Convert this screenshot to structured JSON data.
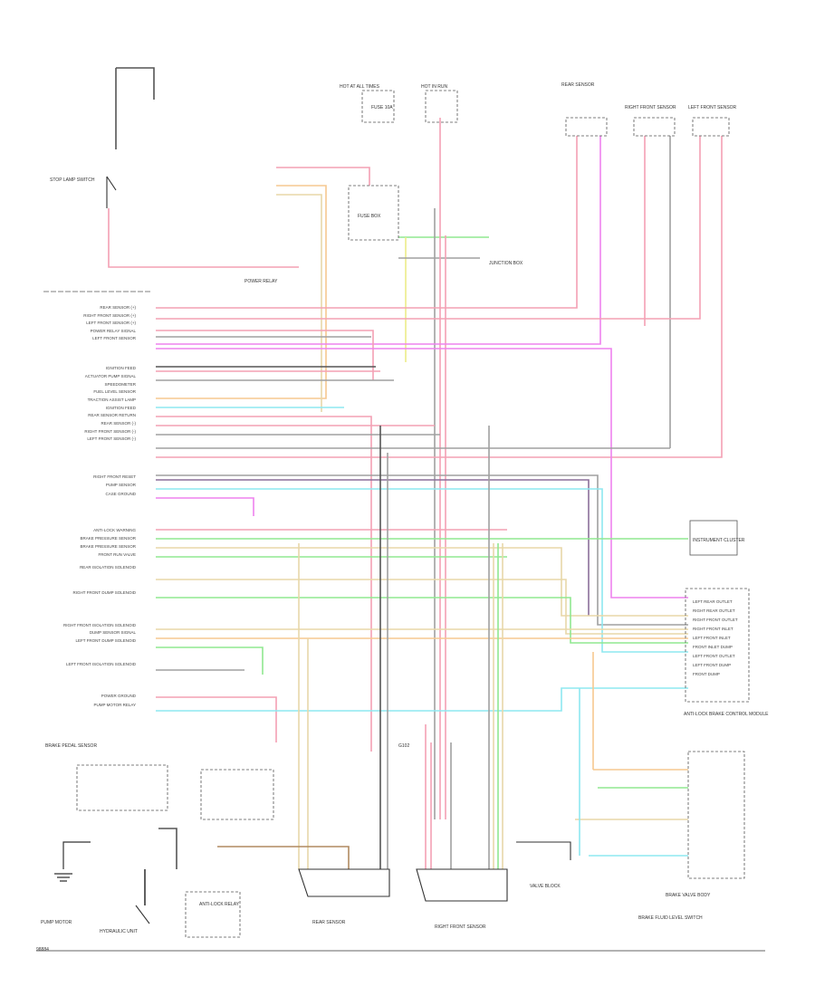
{
  "page_code": "98884",
  "wire_colors": {
    "red": "#f4a0b4",
    "pink": "#f7a9c0",
    "magenta": "#ee82ee",
    "green": "#90e890",
    "cyan": "#8ee8f0",
    "tan": "#e8d7a8",
    "orange": "#f6c890",
    "gray": "#a0a0a0",
    "dark": "#555555",
    "yellow": "#ecec88"
  },
  "left_labels": [
    "REAR SENSOR (+)",
    "RIGHT FRONT SENSOR (+)",
    "LEFT FRONT SENSOR (+)",
    "POWER RELAY SIGNAL",
    "LEFT FRONT SENSOR",
    "IGNITION FEED",
    "ACTUATOR PUMP SIGNAL",
    "SPEEDOMETER",
    "FUEL LEVEL SENSOR",
    "TRACTION ASSIST LAMP",
    "IGNITION FEED",
    "REAR SENSOR RETURN",
    "REAR SENSOR (-)",
    "RIGHT FRONT SENSOR (-)",
    "LEFT FRONT SENSOR (-)",
    "RIGHT FRONT RESET",
    "PUMP SENSOR",
    "CASE GROUND",
    "ANTI-LOCK WARNING",
    "BRAKE PRESSURE SENSOR",
    "BRAKE PRESSURE SENSOR",
    "FRONT RUN VALVE",
    "REAR ISOLATION SOLENOID",
    "RIGHT FRONT DUMP SOLENOID",
    "RIGHT FRONT ISOLATION SOLENOID",
    "DUMP SENSOR SIGNAL",
    "LEFT FRONT DUMP SOLENOID",
    "LEFT FRONT ISOLATION SOLENOID",
    "POWER GROUND",
    "PUMP MOTOR RELAY"
  ],
  "right_labels": [
    "LEFT REAR OUTLET",
    "RIGHT REAR OUTLET",
    "RIGHT FRONT OUTLET",
    "RIGHT FRONT INLET",
    "LEFT FRONT INLET",
    "FRONT INLET DUMP",
    "LEFT FRONT OUTLET",
    "LEFT FRONT DUMP",
    "FRONT DUMP"
  ],
  "components": {
    "hot_at_all_times": "HOT AT ALL TIMES",
    "hot_in_run": "HOT IN RUN",
    "fuse": "FUSE 10A",
    "fuse_box_title": "FUSE BOX",
    "power_relay": "POWER RELAY",
    "junction_box": "JUNCTION BOX",
    "instrument_cluster": "INSTRUMENT CLUSTER",
    "abs_module": "ANTI-LOCK BRAKE CONTROL MODULE",
    "ground_stud": "G102",
    "stop_lamp_switch": "STOP LAMP SWITCH",
    "brake_pedal_sensor": "BRAKE PEDAL SENSOR",
    "anti_lock_relay": "ANTI-LOCK RELAY",
    "pump_motor": "PUMP MOTOR",
    "hydraulic_unit": "HYDRAULIC UNIT",
    "rear_sensor": "REAR SENSOR",
    "right_front_sensor": "RIGHT FRONT SENSOR",
    "left_front_sensor": "LEFT FRONT SENSOR",
    "valve_block": "VALVE BLOCK",
    "brake_fluid_switch": "BRAKE FLUID LEVEL SWITCH",
    "valve_body": "BRAKE VALVE BODY"
  }
}
